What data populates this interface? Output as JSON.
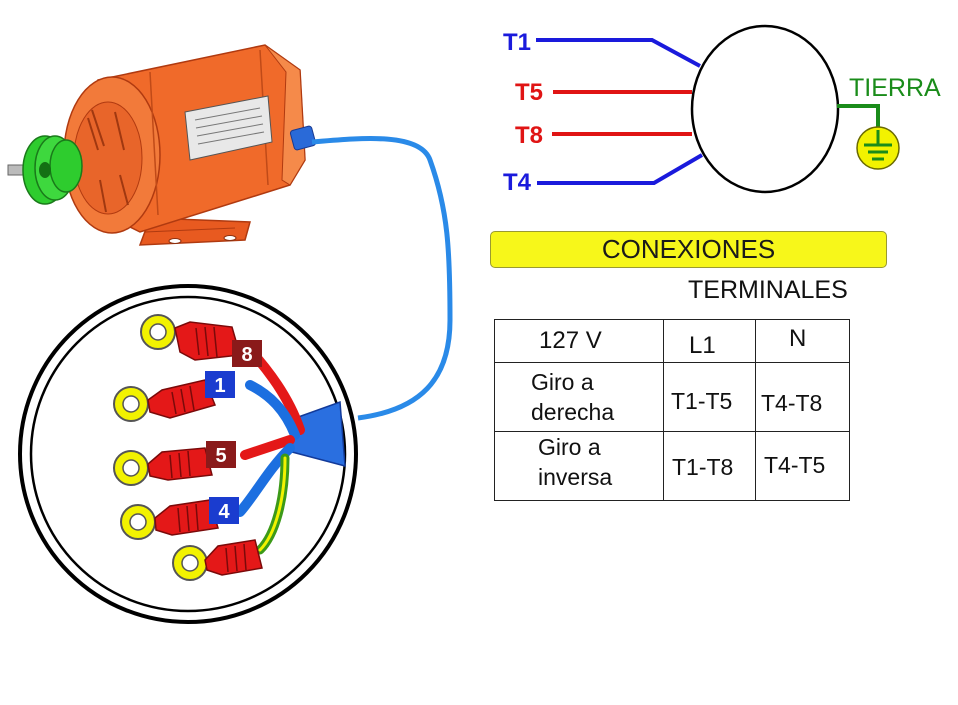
{
  "schematic": {
    "terminals": [
      {
        "id": "t1",
        "label": "T1",
        "color": "#1a1adc"
      },
      {
        "id": "t5",
        "label": "T5",
        "color": "#e01414"
      },
      {
        "id": "t8",
        "label": "T8",
        "color": "#e01414"
      },
      {
        "id": "t4",
        "label": "T4",
        "color": "#1a1adc"
      }
    ],
    "ground_label": "TIERRA",
    "ground_color": "#1a8c1a"
  },
  "banner": {
    "title": "CONEXIONES"
  },
  "table": {
    "title": "TERMINALES",
    "header": {
      "voltage": "127  V",
      "l1": "L1",
      "n": "N"
    },
    "rows": [
      {
        "label_line1": "Giro  a",
        "label_line2": "derecha",
        "l1": "T1-T5",
        "n": "T4-T8"
      },
      {
        "label_line1": "Giro a",
        "label_line2": "inversa",
        "l1": "T1-T8",
        "n": "T4-T5"
      }
    ]
  },
  "terminal_box": {
    "wire_numbers": [
      "8",
      "1",
      "5",
      "4"
    ],
    "colors": {
      "wire_red": "#e41818",
      "wire_blue": "#1c6fe0",
      "ring_yellow": "#f2f200",
      "label_dark_red": "#8a1a1a",
      "label_blue": "#1a3ccf",
      "ground_green": "#3c9a18"
    }
  },
  "motor": {
    "body_color": "#f06a2a",
    "pulley_color": "#2ecc2e",
    "cable_color": "#2a8ae8"
  }
}
